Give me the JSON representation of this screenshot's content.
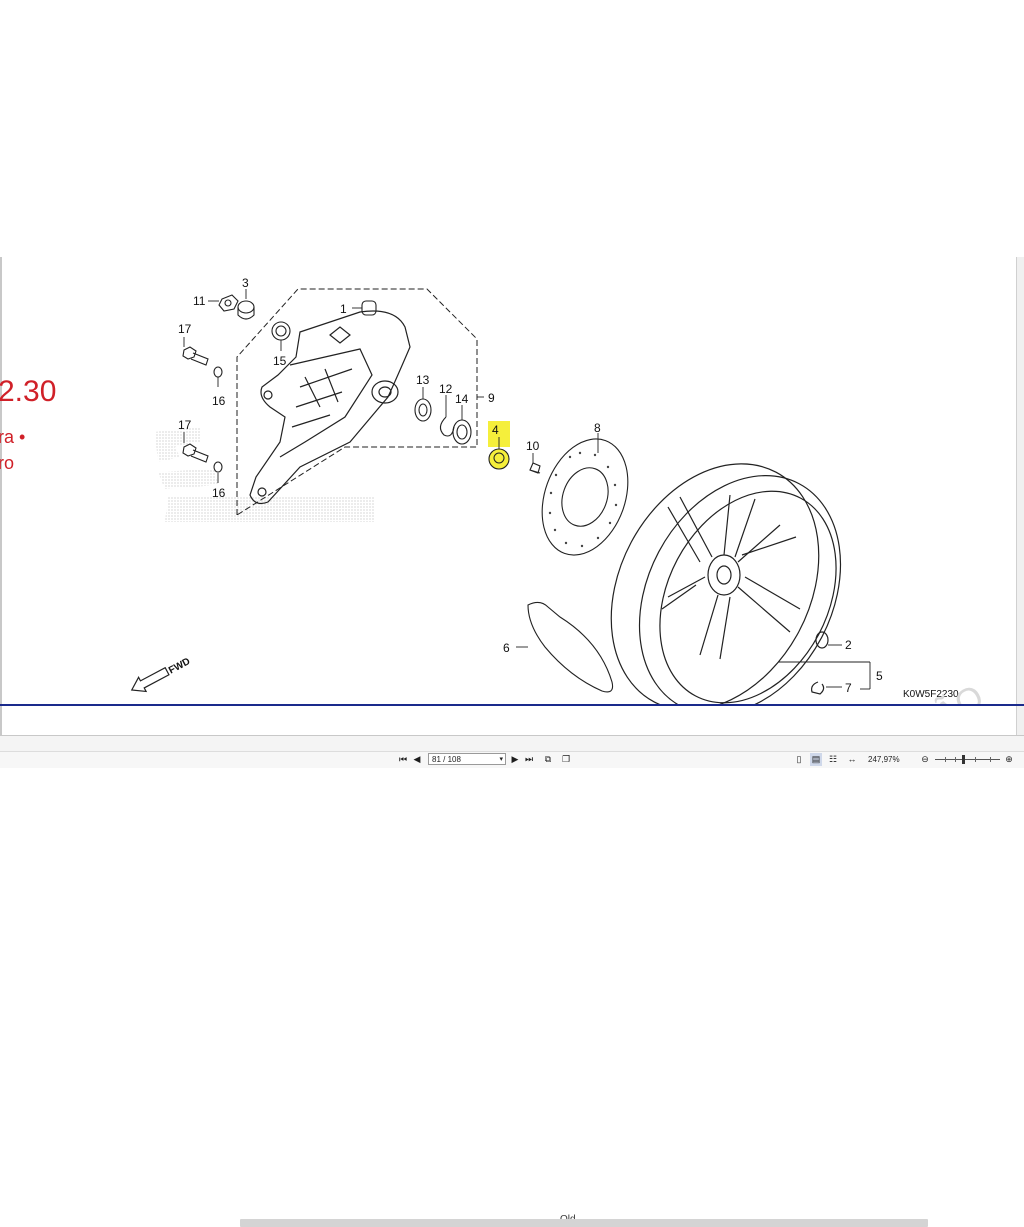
{
  "colors": {
    "accent_red": "#d02028",
    "highlight_yellow": "#f5ef3b",
    "frame_blue": "#1a2a8c",
    "ink": "#111111"
  },
  "cropped_text": {
    "line1": "2.30",
    "line2": "ra •",
    "line3": "ro"
  },
  "diagram": {
    "callouts": [
      "1",
      "2",
      "3",
      "4",
      "5",
      "6",
      "7",
      "8",
      "9",
      "10",
      "11",
      "12",
      "13",
      "14",
      "15",
      "16",
      "16",
      "17",
      "17"
    ],
    "arrow_label": "FWD",
    "code": "K0W5F2230",
    "watermark": "ÇÃO"
  },
  "page_tab": {
    "label": "Old"
  },
  "toolbar": {
    "first_icon": "first-page-icon",
    "prev_icon": "previous-page-icon",
    "page_value": "81 / 108",
    "next_icon": "next-page-icon",
    "last_icon": "last-page-icon",
    "zoom": "247,97%"
  }
}
